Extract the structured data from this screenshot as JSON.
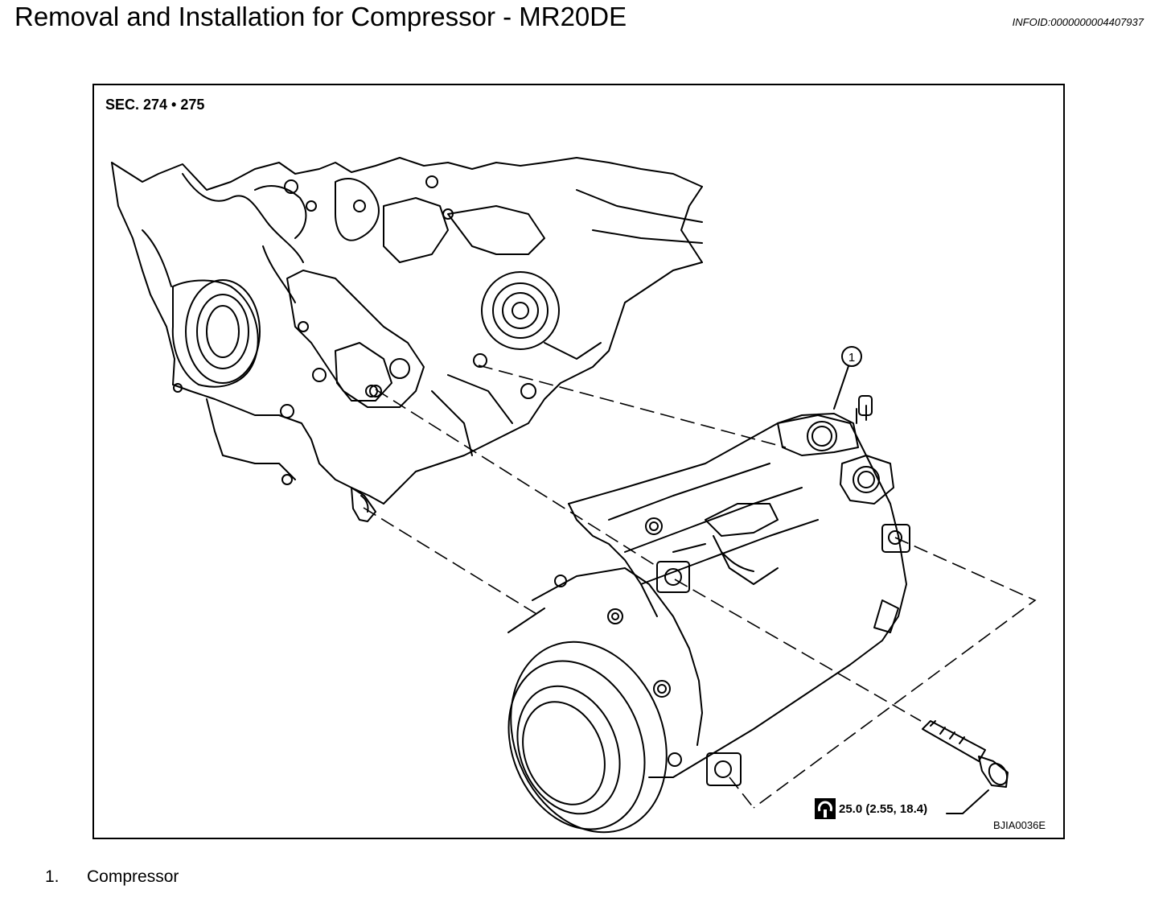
{
  "page": {
    "title": "Removal and Installation for Compressor - MR20DE",
    "infoid": "INFOID:0000000004407937"
  },
  "figure": {
    "section": "SEC. 274 • 275",
    "callout": "1",
    "torque": "25.0 (2.55, 18.4)",
    "torque_icon": "torque-wrench-icon",
    "code": "BJIA0036E"
  },
  "legend": {
    "items": [
      {
        "number": "1.",
        "label": "Compressor"
      }
    ]
  }
}
